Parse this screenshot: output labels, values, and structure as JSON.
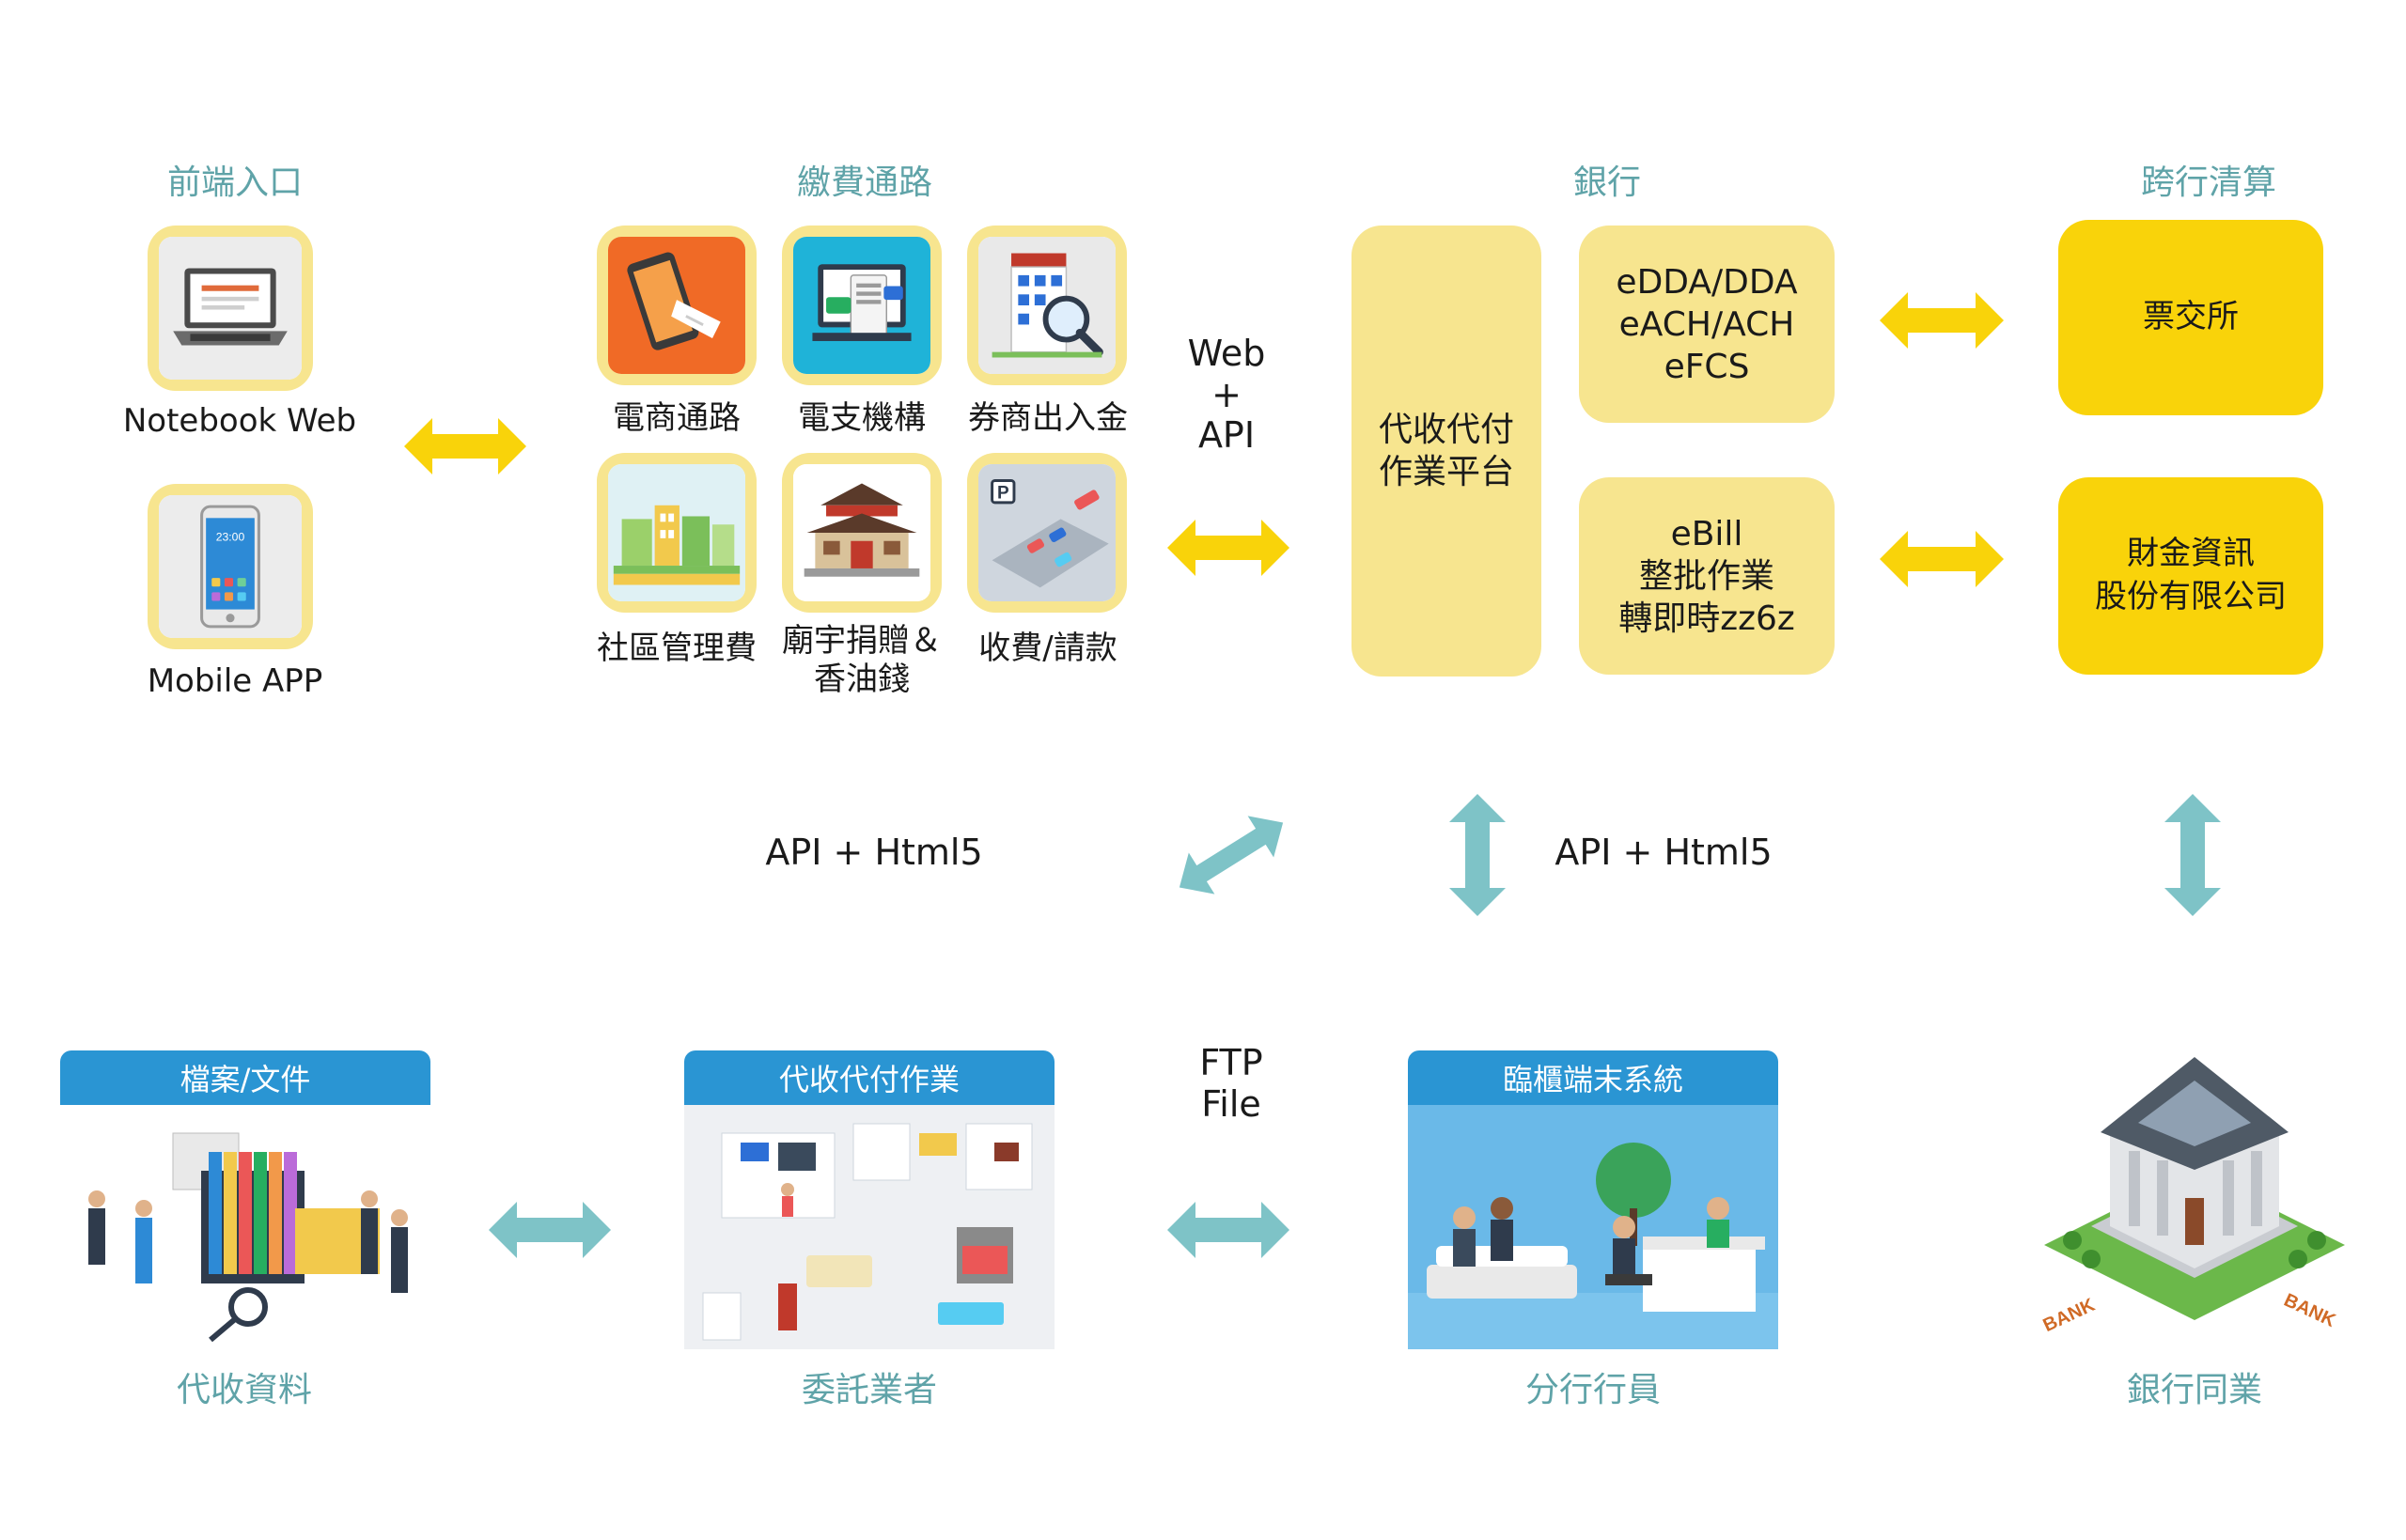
{
  "colors": {
    "yellow_light": "#f7e58f",
    "yellow_bright": "#f9d30a",
    "teal": "#5fa3a8",
    "teal_arrow": "#7ec3c7",
    "blue_header": "#2a95d3"
  },
  "sections": {
    "frontend": "前端入口",
    "channels": "繳費通路",
    "bank": "銀行",
    "clearing": "跨行清算"
  },
  "frontend": {
    "notebook_label": "Notebook Web",
    "mobile_label": "Mobile APP",
    "notebook_icon": "laptop-icon",
    "mobile_icon": "smartphone-icon"
  },
  "channels": [
    {
      "label": "電商通路",
      "icon": "ecommerce-icon"
    },
    {
      "label": "電支機構",
      "icon": "e-payment-icon"
    },
    {
      "label": "券商出入金",
      "icon": "securities-icon"
    },
    {
      "label": "社區管理費",
      "icon": "community-icon"
    },
    {
      "label": "廟宇捐贈＆\n香油錢",
      "icon": "temple-icon"
    },
    {
      "label": "收費/請款",
      "icon": "parking-icon"
    }
  ],
  "labels": {
    "web_api": "Web\n+\nAPI",
    "api_html5_left": "API + Html5",
    "api_html5_right": "API + Html5",
    "ftp_file": "FTP\nFile"
  },
  "bank": {
    "platform": "代收代付\n作業平台",
    "edda": "eDDA/DDA\neACH/ACH\neFCS",
    "ebill": "eBill\n整批作業\n轉即時zz6z"
  },
  "clearing": {
    "exchange": "票交所",
    "fisc": "財金資訊\n股份有限公司"
  },
  "bottom": {
    "files_header": "檔案/文件",
    "files_caption": "代收資料",
    "ops_header": "代收代付作業",
    "ops_caption": "委託業者",
    "counter_header": "臨櫃端末系統",
    "counter_caption": "分行行員",
    "bank_sign": "BANK",
    "bank_caption": "銀行同業"
  }
}
